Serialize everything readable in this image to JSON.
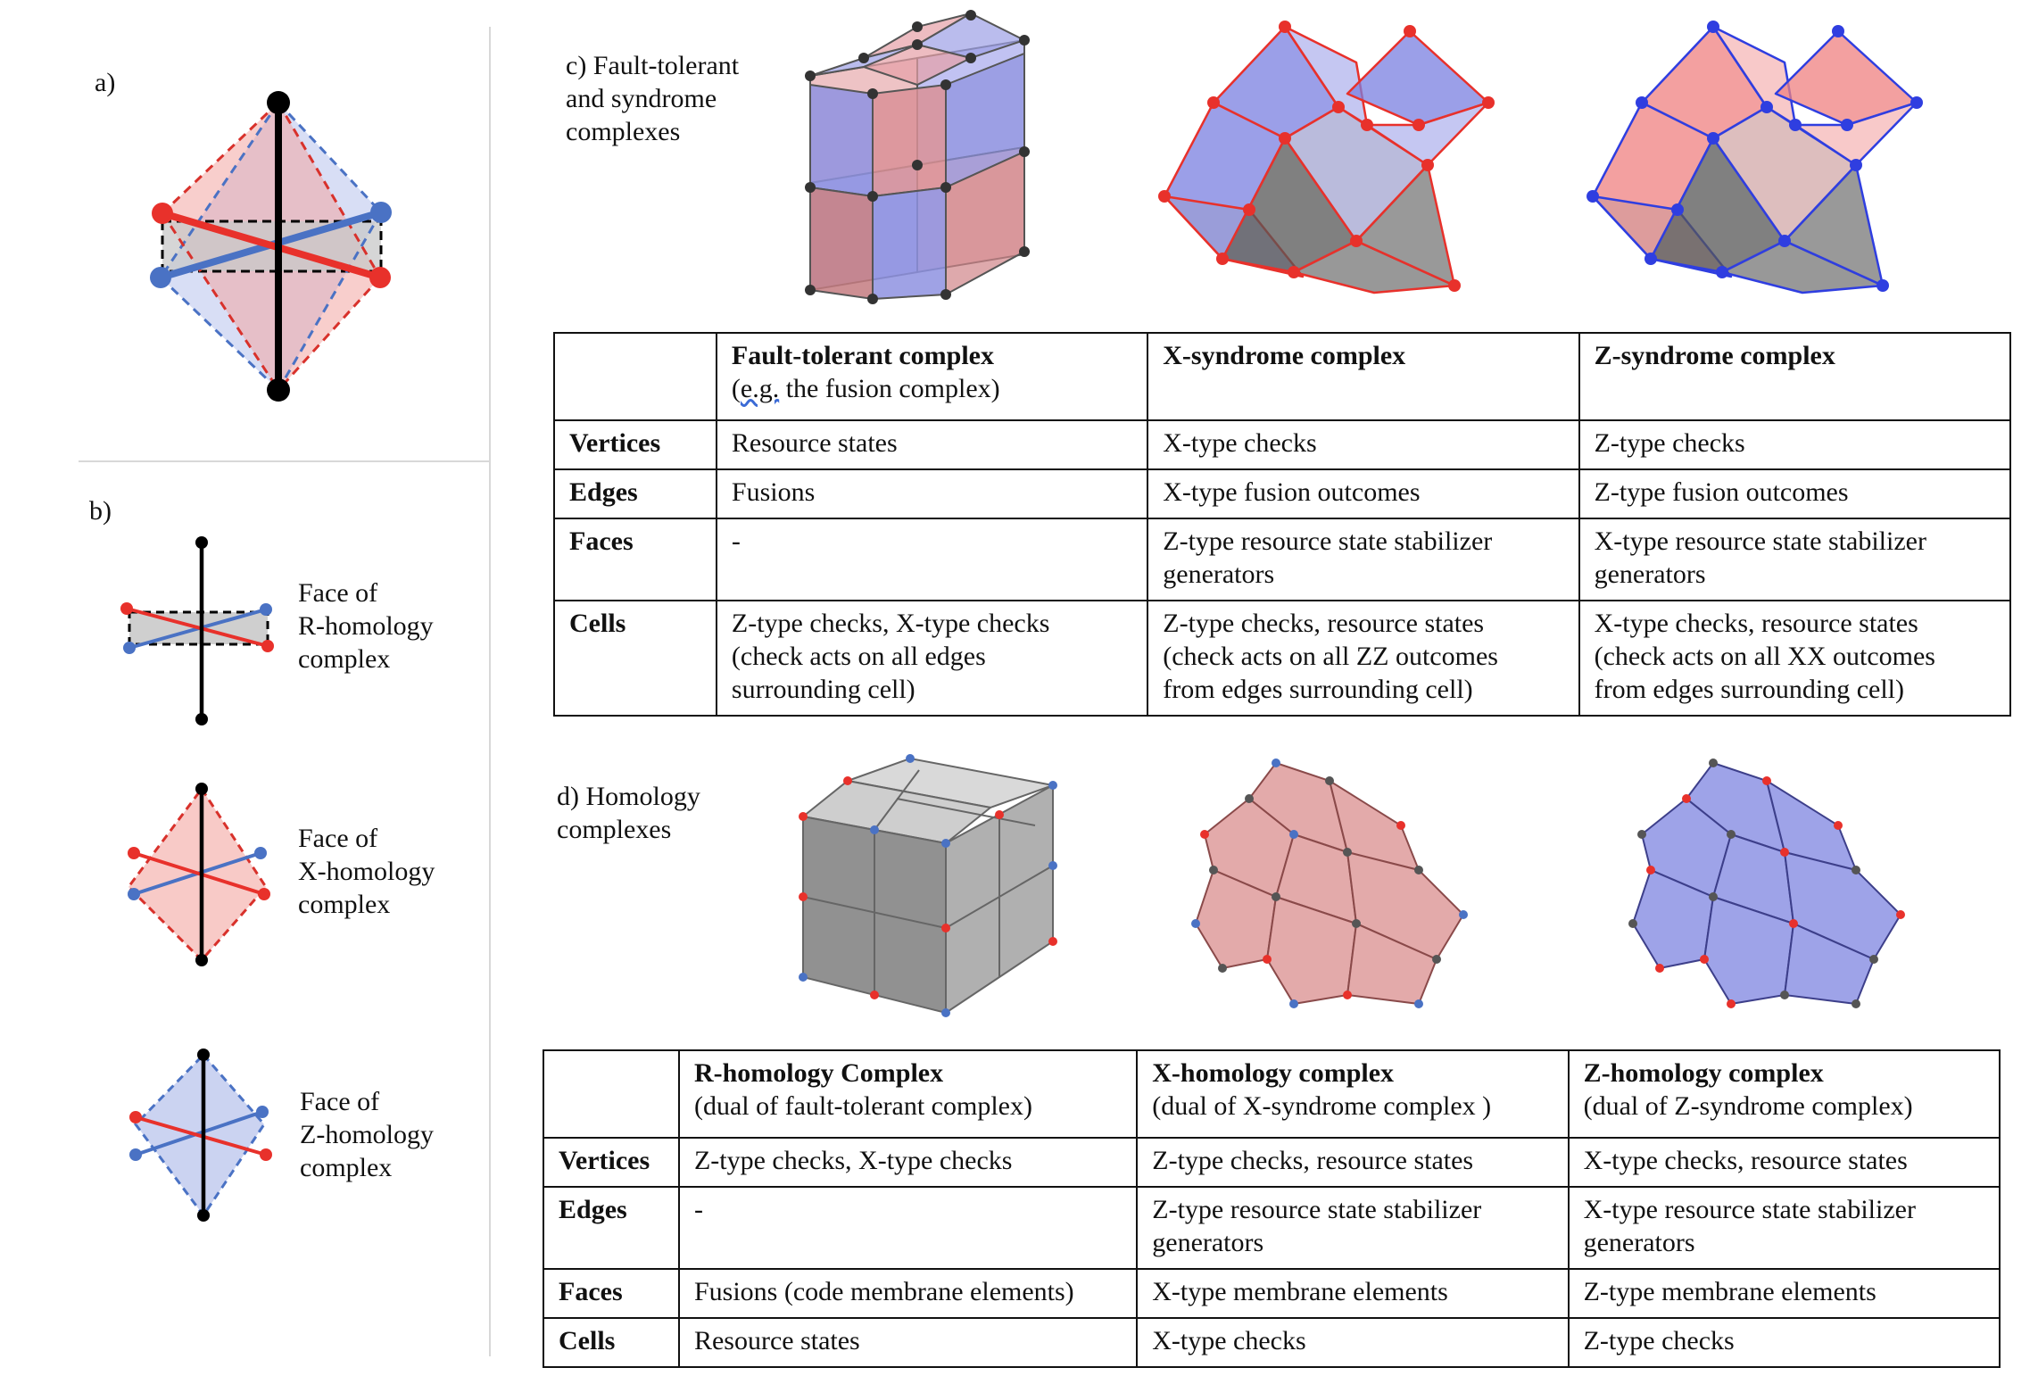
{
  "panel_a": {
    "label": "a)"
  },
  "panel_b": {
    "label": "b)",
    "faces": [
      {
        "caption_lines": [
          "Face of",
          "R-homology",
          "complex"
        ]
      },
      {
        "caption_lines": [
          "Face of",
          "X-homology",
          "complex"
        ]
      },
      {
        "caption_lines": [
          "Face of",
          "Z-homology",
          "complex"
        ]
      }
    ]
  },
  "panel_c": {
    "caption_lines": [
      "c) Fault-tolerant",
      "and syndrome",
      "complexes"
    ],
    "table": {
      "headers": [
        {
          "title": "",
          "subtitle": ""
        },
        {
          "title": "Fault-tolerant complex",
          "subtitle_prefix": "(",
          "subtitle_eg": "e.g.",
          "subtitle_rest": " the fusion complex)"
        },
        {
          "title": "X-syndrome complex",
          "subtitle": ""
        },
        {
          "title": "Z-syndrome complex",
          "subtitle": ""
        }
      ],
      "rows": [
        {
          "head": "Vertices",
          "cells": [
            [
              "Resource states"
            ],
            [
              "X-type checks"
            ],
            [
              "Z-type checks"
            ]
          ]
        },
        {
          "head": "Edges",
          "cells": [
            [
              "Fusions"
            ],
            [
              "X-type fusion outcomes"
            ],
            [
              "Z-type fusion outcomes"
            ]
          ]
        },
        {
          "head": "Faces",
          "cells": [
            [
              "-"
            ],
            [
              "Z-type resource state stabilizer",
              "generators"
            ],
            [
              "X-type resource state stabilizer",
              "generators"
            ]
          ]
        },
        {
          "head": "Cells",
          "cells": [
            [
              "Z-type checks, X-type checks",
              "(check acts on all edges",
              "surrounding cell)"
            ],
            [
              "Z-type checks, resource states",
              "(check acts on all ZZ outcomes",
              "from edges surrounding cell)"
            ],
            [
              "X-type checks, resource states",
              "(check acts on all XX outcomes",
              "from edges surrounding cell)"
            ]
          ]
        }
      ]
    }
  },
  "panel_d": {
    "caption_lines": [
      "d) Homology",
      "complexes"
    ],
    "table": {
      "headers": [
        {
          "title": "",
          "subtitle": ""
        },
        {
          "title": "R-homology Complex",
          "subtitle": "(dual of fault-tolerant complex)"
        },
        {
          "title": "X-homology complex",
          "subtitle": "(dual of X-syndrome complex )"
        },
        {
          "title": "Z-homology complex",
          "subtitle": "(dual of Z-syndrome complex)"
        }
      ],
      "rows": [
        {
          "head": "Vertices",
          "cells": [
            [
              "Z-type checks, X-type checks"
            ],
            [
              "Z-type checks, resource states"
            ],
            [
              "X-type checks, resource states"
            ]
          ]
        },
        {
          "head": "Edges",
          "cells": [
            [
              "-"
            ],
            [
              "Z-type resource state stabilizer",
              "generators"
            ],
            [
              "X-type resource state stabilizer",
              "generators"
            ]
          ]
        },
        {
          "head": "Faces",
          "cells": [
            [
              "Fusions (code membrane elements)"
            ],
            [
              "X-type membrane elements"
            ],
            [
              "Z-type membrane elements"
            ]
          ]
        },
        {
          "head": "Cells",
          "cells": [
            [
              "Resource states"
            ],
            [
              "X-type checks"
            ],
            [
              "Z-type checks"
            ]
          ]
        }
      ]
    }
  },
  "colors": {
    "red": "#e8312b",
    "blue": "#4a72c4",
    "red_fill": "#f3a6a2",
    "blue_fill": "#a9b6e8",
    "gray_fill": "#9a9a9a",
    "black": "#000000"
  }
}
